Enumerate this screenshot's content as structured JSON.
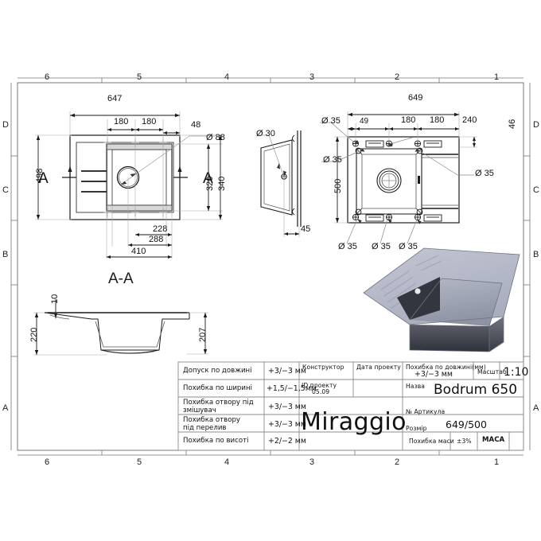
{
  "sheet": {
    "zones_top": [
      "6",
      "5",
      "4",
      "3",
      "2",
      "1"
    ],
    "zones_bottom": [
      "6",
      "5",
      "4",
      "3",
      "2",
      "1"
    ],
    "zones_left": [
      "D",
      "C",
      "B",
      "A"
    ],
    "zones_right": [
      "D",
      "C",
      "B",
      "A"
    ]
  },
  "views": {
    "plan_top_left": {
      "name": "top-plan-view",
      "dims": {
        "overall_width": "647",
        "hole_spacing_1": "180",
        "hole_spacing_2": "180",
        "edge_offset": "48",
        "overall_depth": "498",
        "drain_dia": "Ø 88",
        "bowl_inner_depth": "320",
        "bowl_outer_depth": "340",
        "bowl_off_1": "228",
        "bowl_off_2": "288",
        "bowl_width": "410"
      },
      "section_marks": [
        "A",
        "A"
      ]
    },
    "side_view": {
      "name": "side-view",
      "dims": {
        "tap_hole_dia": "Ø 30",
        "lip_depth": "45"
      }
    },
    "plan_top_right": {
      "name": "underside-plan-view",
      "dims": {
        "overall_width": "649",
        "left_offset": "49",
        "spacing_1": "180",
        "spacing_2": "180",
        "spacing_3": "240",
        "top_offset": "46",
        "overall_depth": "500"
      },
      "callouts": [
        "Ø 35",
        "Ø 35",
        "Ø 35",
        "Ø 35",
        "Ø 35",
        "Ø 35"
      ]
    },
    "section_aa": {
      "name": "section-a-a",
      "title": "A-A",
      "dims": {
        "rim_thickness": "10",
        "total_height": "220",
        "bowl_height": "207"
      }
    },
    "render_3d": {
      "name": "isometric-render"
    }
  },
  "title_block": {
    "tolerance_rows": [
      {
        "label": "Допуск по довжині",
        "value": "+3/−3 мм"
      },
      {
        "label": "Похибка по ширині",
        "value": "+1,5/−1,5мм"
      },
      {
        "label": "Похибка отвору під\nзмішувач",
        "value": "+3/−3 мм"
      },
      {
        "label": "Похибка отвору\nпід перелив",
        "value": "+3/−3 мм"
      },
      {
        "label": "Похибка по висоті",
        "value": "+2/−2 мм"
      }
    ],
    "designer_label": "Конструктор",
    "designer_value": "",
    "project_date_label": "Дата проекту",
    "project_date_value": "",
    "project_id_label": "ID проекту",
    "project_id_value": "05.09",
    "brand": "Miraggio",
    "length_tol_label": "Похибка по довжині(мм)",
    "length_tol_value": "+3/−3 мм",
    "scale_label": "Масштаб",
    "scale_value": "1:10",
    "name_label": "Назва",
    "name_value": "Bodrum 650",
    "article_label": "№ Артикула",
    "article_value": "",
    "size_label": "Розмір",
    "size_value": "649/500",
    "mass_tol_label": "Похибка маси",
    "mass_tol_value": "±3%",
    "mass_label": "МАСА",
    "mass_value": ""
  },
  "colors": {
    "line": "#1a1a1a",
    "thin": "#555555",
    "render_light": "#b9bcca",
    "render_mid": "#9aa0b0",
    "render_dark": "#3d4049",
    "background": "#ffffff"
  }
}
